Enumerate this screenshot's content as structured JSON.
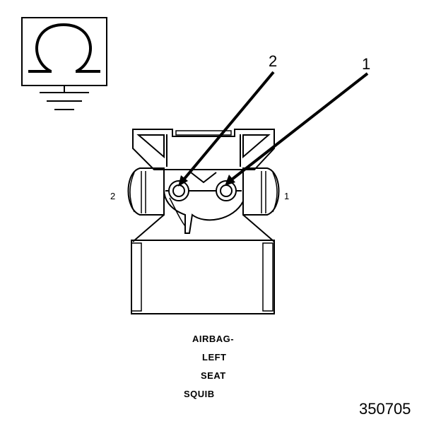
{
  "meter_symbol": {
    "icon": "ohm-icon",
    "ground": "ground-icon"
  },
  "callouts": {
    "terminal_2": "2",
    "terminal_1": "1"
  },
  "pins": {
    "left": "2",
    "right": "1"
  },
  "caption": {
    "line1": "AIRBAG-",
    "line2": "LEFT",
    "line3": "SEAT",
    "line4": "SQUIB"
  },
  "figure_number": "350705"
}
